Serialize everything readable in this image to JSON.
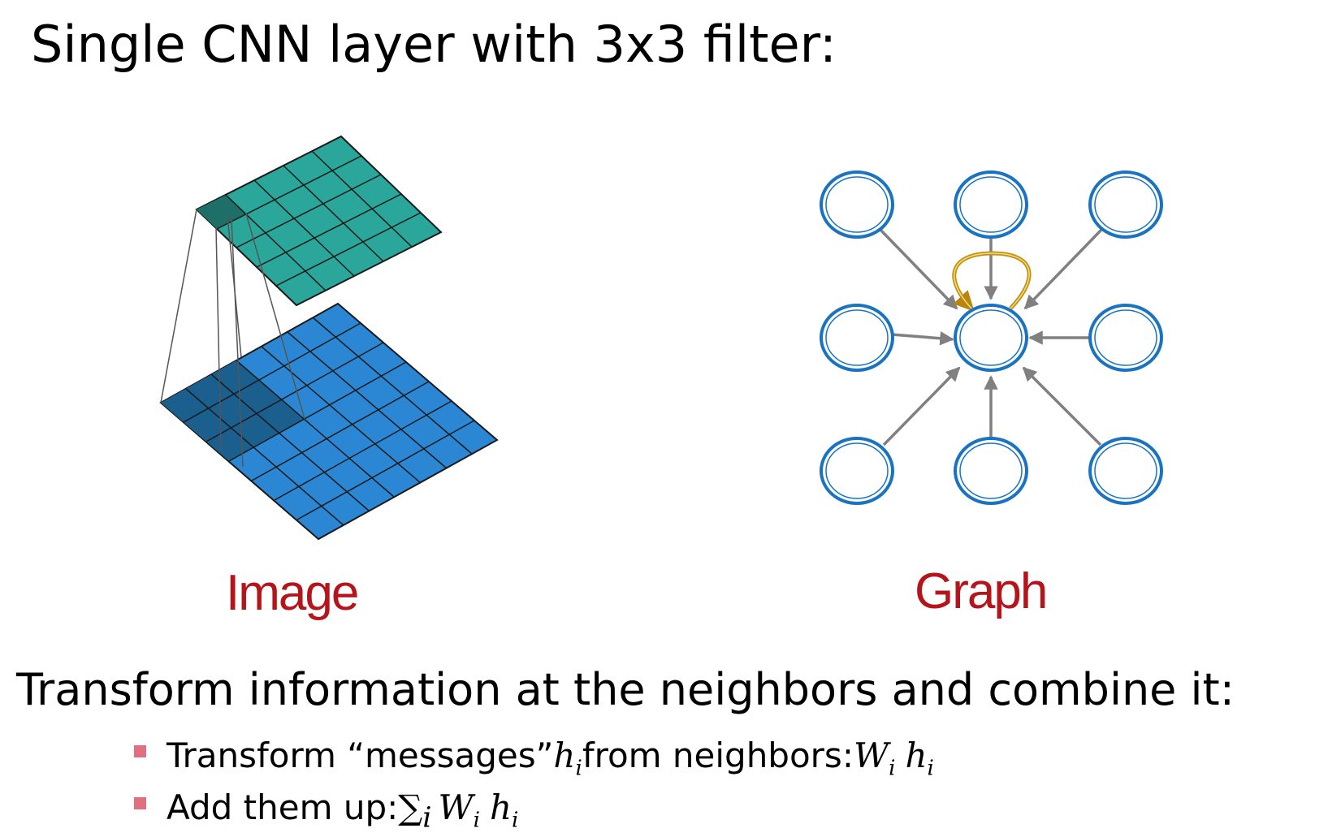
{
  "title": "Single CNN layer with 3x3 filter:",
  "captions": {
    "image": "Image",
    "graph": "Graph"
  },
  "subtitle": "Transform information at the neighbors and combine it:",
  "bullets": [
    {
      "text": "Transform “messages” ",
      "math1": "h",
      "sub1": "i",
      "text2": " from neighbors: ",
      "math2a": "W",
      "sub2a": "i",
      "math2b": "h",
      "sub2b": "i"
    },
    {
      "text": "Add them up: ",
      "sum": "∑",
      "subsum": "i",
      "math1": "W",
      "sub1": "i",
      "math2": "h",
      "sub2": "i"
    }
  ],
  "colors": {
    "input_grid": "#2b87d4",
    "input_highlight": "#1b5f8f",
    "output_grid": "#2aa79a",
    "output_highlight": "#1d6f67",
    "node_stroke": "#1a73c0",
    "edge": "#808080",
    "self_loop": "#c2930f",
    "caption": "#b5141a",
    "bullet": "#e0707f"
  }
}
